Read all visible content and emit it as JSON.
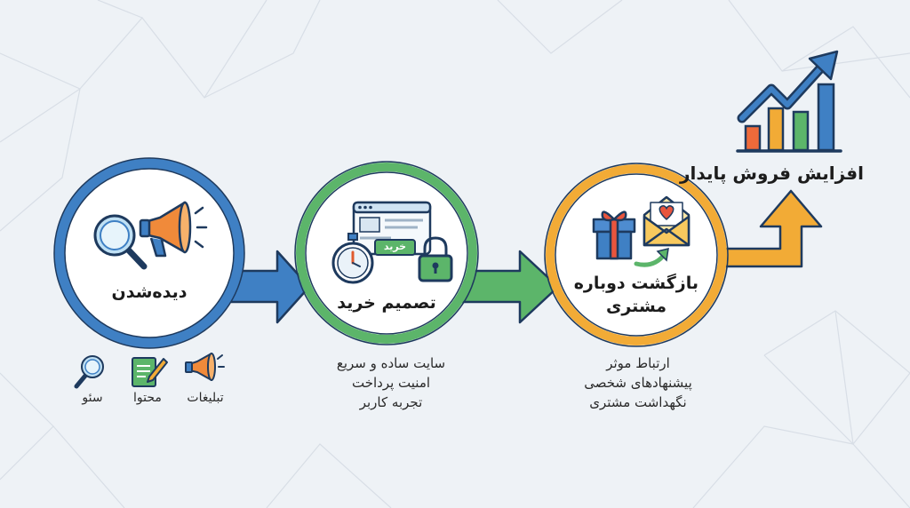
{
  "colors": {
    "blue": "#3f80c4",
    "green": "#5cb56a",
    "orange": "#f2ab36",
    "background": "#eef2f6"
  },
  "stages": [
    {
      "id": "discovery",
      "title": "دیده‌شدن",
      "icons": [
        "magnifier-icon",
        "megaphone-icon"
      ]
    },
    {
      "id": "purchase",
      "title": "تصمیم خرید",
      "button_label": "خرید",
      "icons": [
        "browser-window-icon",
        "stopwatch-icon",
        "padlock-icon"
      ]
    },
    {
      "id": "return",
      "title_line1": "بازگشت دوباره",
      "title_line2": "مشتری",
      "icons": [
        "gift-box-icon",
        "heart-envelope-icon",
        "return-arrow-icon"
      ]
    }
  ],
  "final": {
    "title": "افزایش فروش پایدار",
    "icons": [
      "growth-bar-chart-icon",
      "trend-arrow-icon"
    ]
  },
  "discovery_channels": [
    {
      "label": "تبلیغات",
      "icon": "megaphone-icon"
    },
    {
      "label": "محتوا",
      "icon": "notepad-icon"
    },
    {
      "label": "سئو",
      "icon": "magnifier-icon"
    }
  ],
  "purchase_factors": [
    "سایت ساده و سریع",
    "امنیت پرداخت",
    "تجربه کاربر"
  ],
  "return_factors": [
    "ارتباط موثر",
    "پیشنهادهای شخصی",
    "نگهداشت مشتری"
  ]
}
